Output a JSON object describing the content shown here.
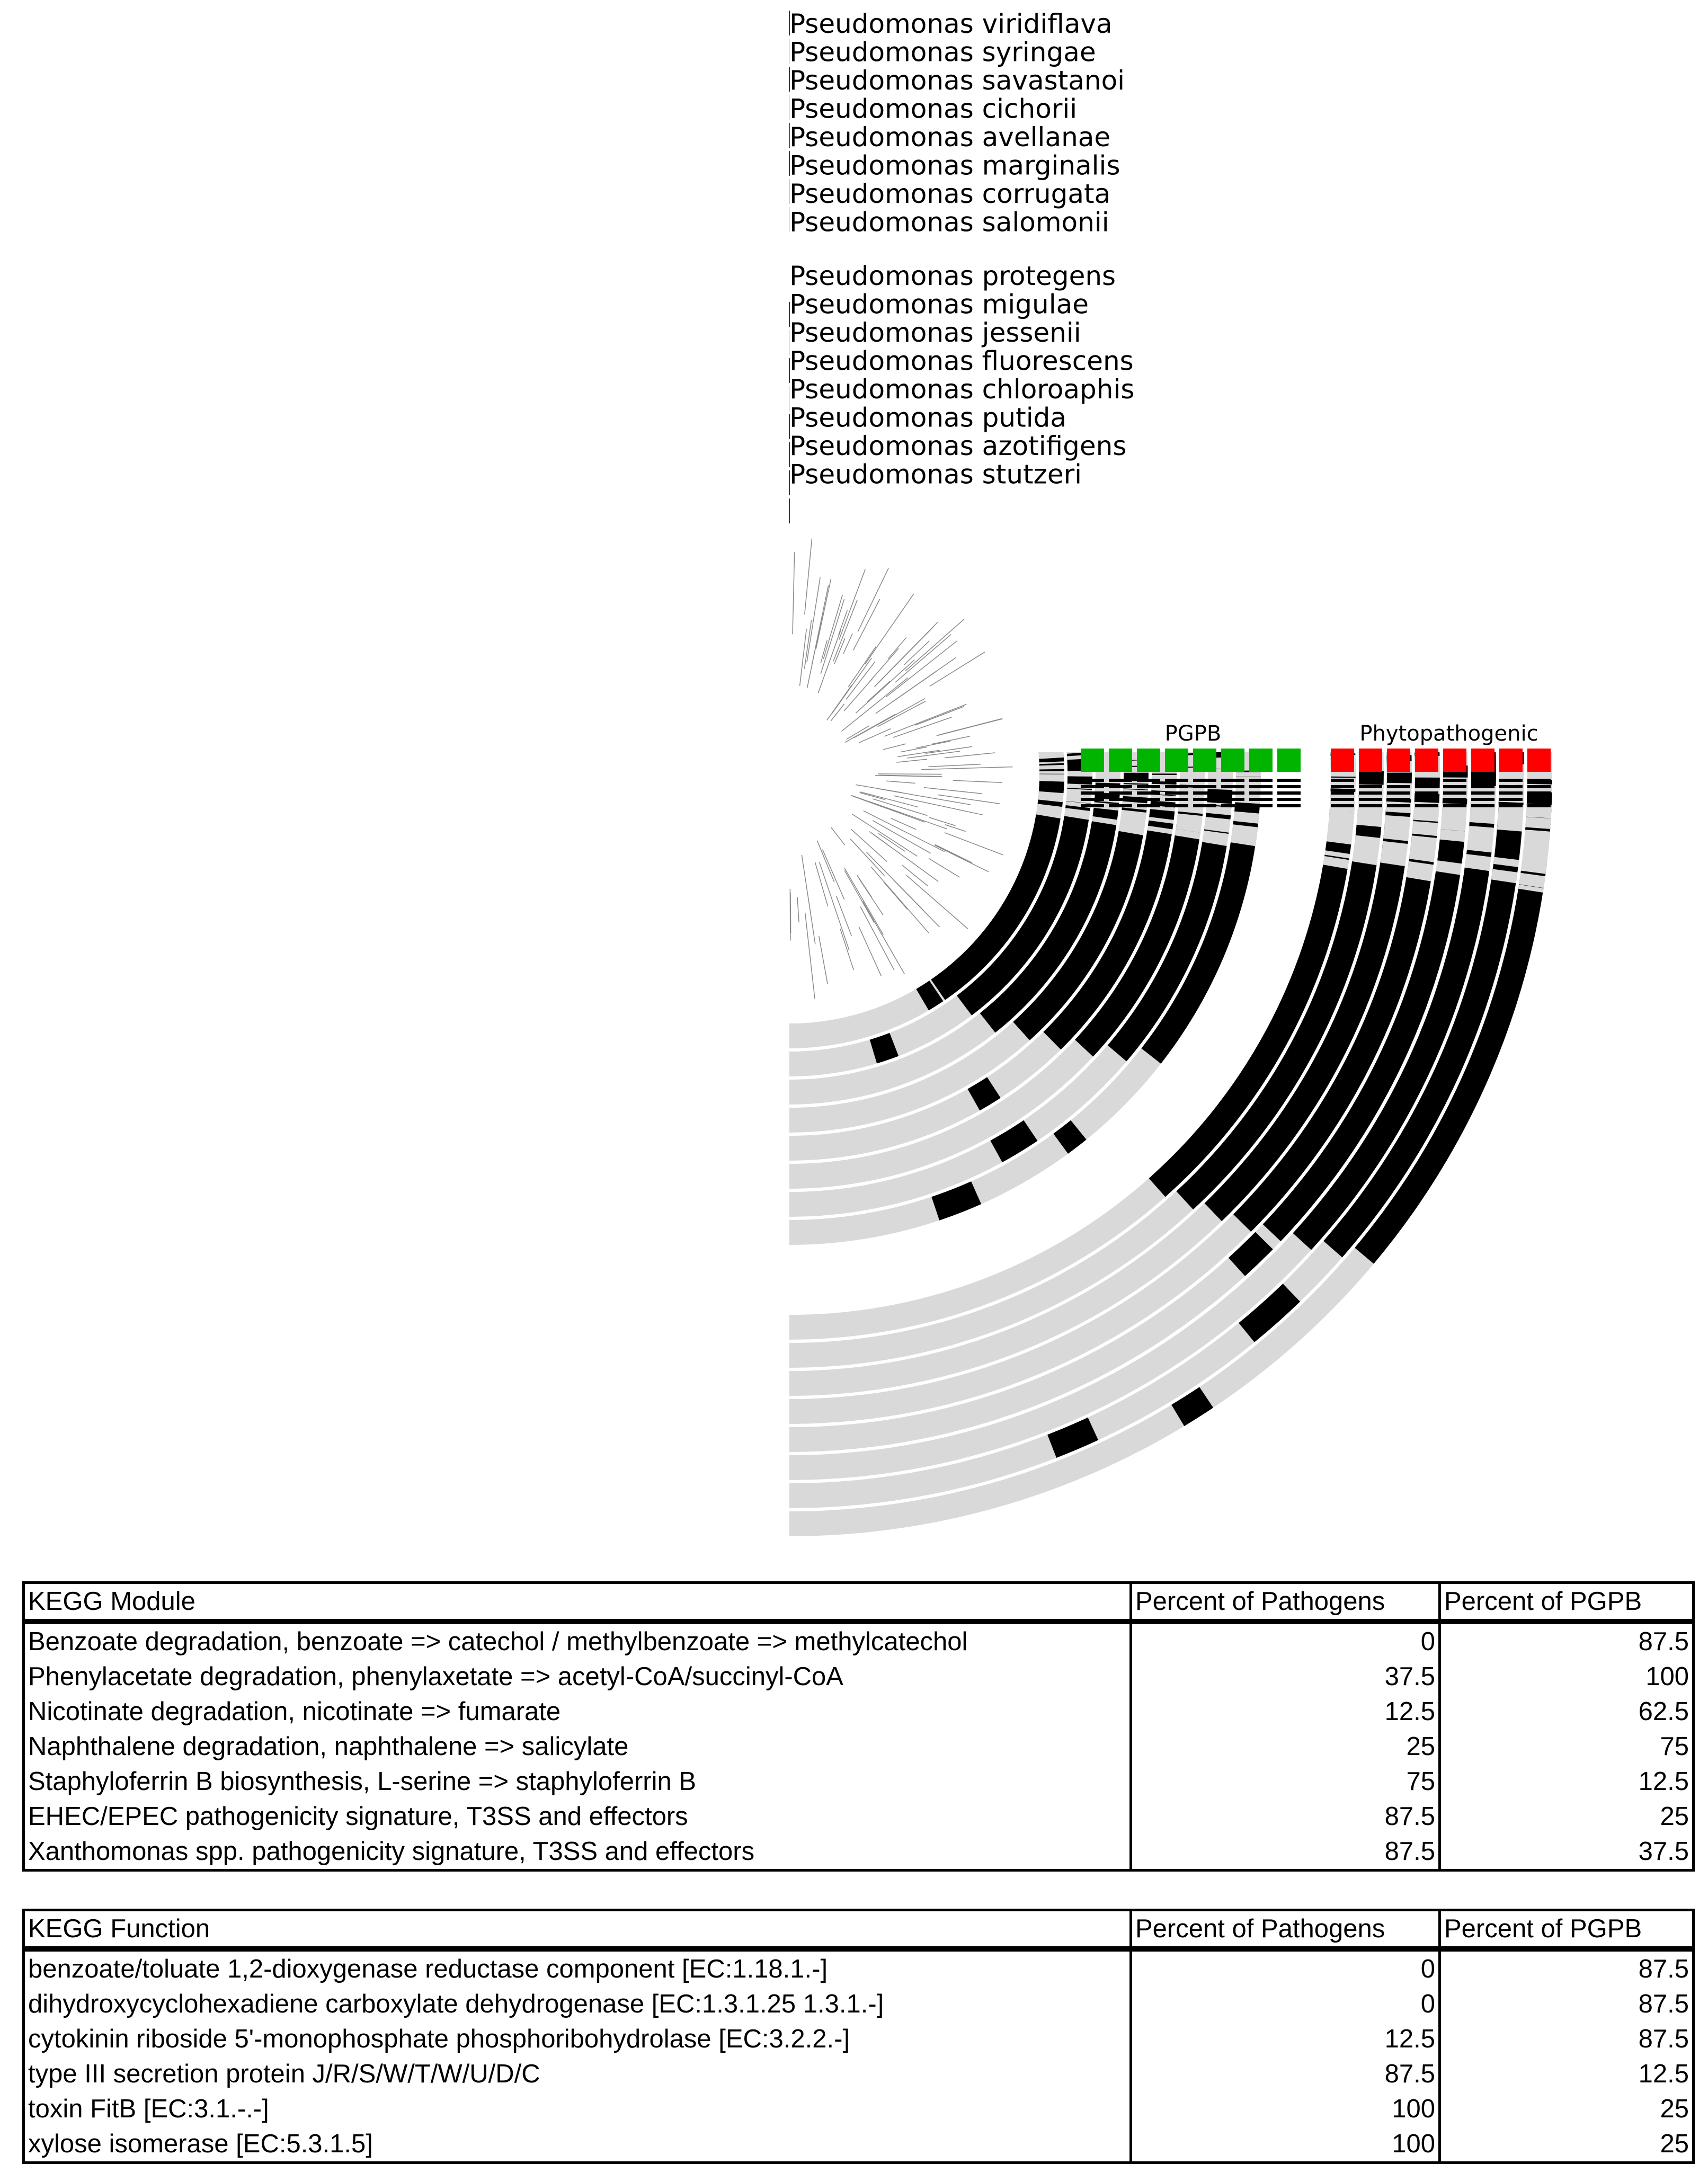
{
  "figure": {
    "species": [
      "Pseudomonas viridiflava",
      "Pseudomonas syringae",
      "Pseudomonas savastanoi",
      "Pseudomonas cichorii",
      "Pseudomonas avellanae",
      "Pseudomonas marginalis",
      "Pseudomonas corrugata",
      "Pseudomonas salomonii",
      "Pseudomonas protegens",
      "Pseudomonas migulae",
      "Pseudomonas jessenii",
      "Pseudomonas fluorescens",
      "Pseudomonas chloroaphis",
      "Pseudomonas putida",
      "Pseudomonas azotifigens",
      "Pseudomonas stutzeri"
    ],
    "group_pgpb_label": "PGPB",
    "group_pathogen_label": "Phytopathogenic",
    "colors": {
      "present": "#000000",
      "absent": "#d9d9d9",
      "pgpb": "#00b400",
      "pathogen": "#ff0000",
      "ring_gap": "#ffffff"
    }
  },
  "module_table": {
    "headers": [
      "KEGG Module",
      "Percent of Pathogens",
      "Percent of PGPB"
    ],
    "rows": [
      [
        "Benzoate degradation, benzoate => catechol / methylbenzoate => methylcatechol",
        "0",
        "87.5"
      ],
      [
        "Phenylacetate degradation, phenylaxetate => acetyl-CoA/succinyl-CoA",
        "37.5",
        "100"
      ],
      [
        "Nicotinate degradation, nicotinate => fumarate",
        "12.5",
        "62.5"
      ],
      [
        "Naphthalene degradation, naphthalene => salicylate",
        "25",
        "75"
      ],
      [
        "Staphyloferrin B biosynthesis, L-serine => staphyloferrin B",
        "75",
        "12.5"
      ],
      [
        "EHEC/EPEC pathogenicity signature, T3SS and effectors",
        "87.5",
        "25"
      ],
      [
        "Xanthomonas spp. pathogenicity signature, T3SS and effectors",
        "87.5",
        "37.5"
      ]
    ]
  },
  "function_table": {
    "headers": [
      "KEGG Function",
      "Percent of Pathogens",
      "Percent of PGPB"
    ],
    "rows": [
      [
        "benzoate/toluate 1,2-dioxygenase reductase component [EC:1.18.1.-]",
        "0",
        "87.5"
      ],
      [
        "dihydroxycyclohexadiene carboxylate dehydrogenase [EC:1.3.1.25 1.3.1.-]",
        "0",
        "87.5"
      ],
      [
        "cytokinin riboside 5'-monophosphate phosphoribohydrolase [EC:3.2.2.-]",
        "12.5",
        "87.5"
      ],
      [
        "type III secretion protein J/R/S/W/T/W/U/D/C",
        "87.5",
        "12.5"
      ],
      [
        "toxin FitB [EC:3.1.-.-]",
        "100",
        "25"
      ],
      [
        "xylose isomerase [EC:5.3.1.5]",
        "100",
        "25"
      ]
    ]
  }
}
